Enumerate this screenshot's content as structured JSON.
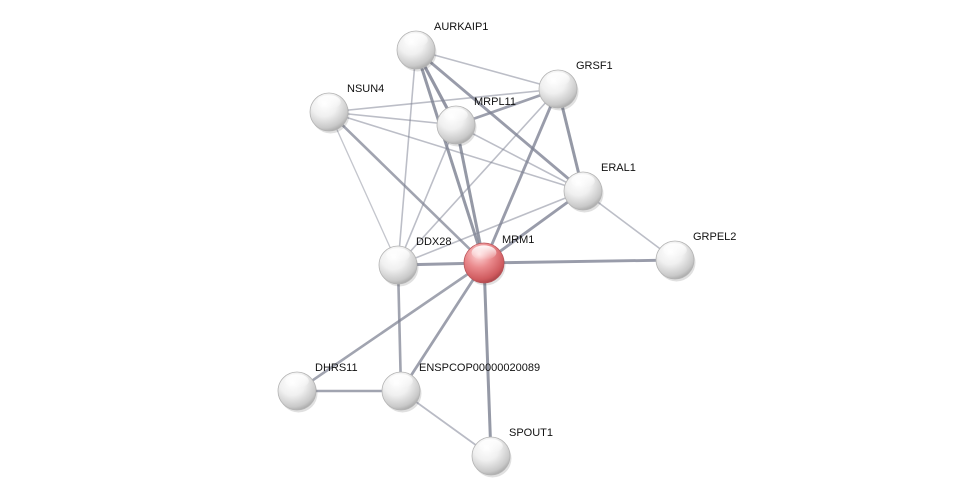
{
  "network": {
    "colors": {
      "query_node": "#e0767a",
      "partner_node": "#d8d8d8",
      "edge": "#7e8293"
    },
    "nodes": [
      {
        "id": "MRM1",
        "label": "MRM1",
        "query": true
      },
      {
        "id": "AURKAIP1",
        "label": "AURKAIP1",
        "query": false
      },
      {
        "id": "GRSF1",
        "label": "GRSF1",
        "query": false
      },
      {
        "id": "NSUN4",
        "label": "NSUN4",
        "query": false
      },
      {
        "id": "MRPL11",
        "label": "MRPL11",
        "query": false
      },
      {
        "id": "ERAL1",
        "label": "ERAL1",
        "query": false
      },
      {
        "id": "GRPEL2",
        "label": "GRPEL2",
        "query": false
      },
      {
        "id": "DDX28",
        "label": "DDX28",
        "query": false
      },
      {
        "id": "DHRS11",
        "label": "DHRS11",
        "query": false
      },
      {
        "id": "ENSPCOP00000020089",
        "label": "ENSPCOP00000020089",
        "query": false
      },
      {
        "id": "SPOUT1",
        "label": "SPOUT1",
        "query": false
      }
    ],
    "edges": [
      {
        "source": "AURKAIP1",
        "target": "MRPL11",
        "confidence": 0.9
      },
      {
        "source": "AURKAIP1",
        "target": "MRM1",
        "confidence": 0.85
      },
      {
        "source": "AURKAIP1",
        "target": "ERAL1",
        "confidence": 0.8
      },
      {
        "source": "AURKAIP1",
        "target": "GRSF1",
        "confidence": 0.3
      },
      {
        "source": "AURKAIP1",
        "target": "DDX28",
        "confidence": 0.3
      },
      {
        "source": "NSUN4",
        "target": "GRSF1",
        "confidence": 0.3
      },
      {
        "source": "NSUN4",
        "target": "MRPL11",
        "confidence": 0.3
      },
      {
        "source": "NSUN4",
        "target": "ERAL1",
        "confidence": 0.3
      },
      {
        "source": "NSUN4",
        "target": "DDX28",
        "confidence": 0.2
      },
      {
        "source": "NSUN4",
        "target": "MRM1",
        "confidence": 0.7
      },
      {
        "source": "MRPL11",
        "target": "GRSF1",
        "confidence": 0.75
      },
      {
        "source": "MRPL11",
        "target": "MRM1",
        "confidence": 0.85
      },
      {
        "source": "MRPL11",
        "target": "ERAL1",
        "confidence": 0.3
      },
      {
        "source": "MRPL11",
        "target": "DDX28",
        "confidence": 0.3
      },
      {
        "source": "GRSF1",
        "target": "ERAL1",
        "confidence": 0.85
      },
      {
        "source": "GRSF1",
        "target": "MRM1",
        "confidence": 0.8
      },
      {
        "source": "GRSF1",
        "target": "DDX28",
        "confidence": 0.3
      },
      {
        "source": "ERAL1",
        "target": "MRM1",
        "confidence": 0.8
      },
      {
        "source": "ERAL1",
        "target": "DDX28",
        "confidence": 0.3
      },
      {
        "source": "ERAL1",
        "target": "GRPEL2",
        "confidence": 0.3
      },
      {
        "source": "MRM1",
        "target": "DDX28",
        "confidence": 0.8
      },
      {
        "source": "MRM1",
        "target": "GRPEL2",
        "confidence": 0.8
      },
      {
        "source": "MRM1",
        "target": "DHRS11",
        "confidence": 0.7
      },
      {
        "source": "MRM1",
        "target": "ENSPCOP00000020089",
        "confidence": 0.75
      },
      {
        "source": "MRM1",
        "target": "SPOUT1",
        "confidence": 0.85
      },
      {
        "source": "DDX28",
        "target": "ENSPCOP00000020089",
        "confidence": 0.7
      },
      {
        "source": "DHRS11",
        "target": "ENSPCOP00000020089",
        "confidence": 0.7
      },
      {
        "source": "ENSPCOP00000020089",
        "target": "SPOUT1",
        "confidence": 0.35
      }
    ]
  }
}
